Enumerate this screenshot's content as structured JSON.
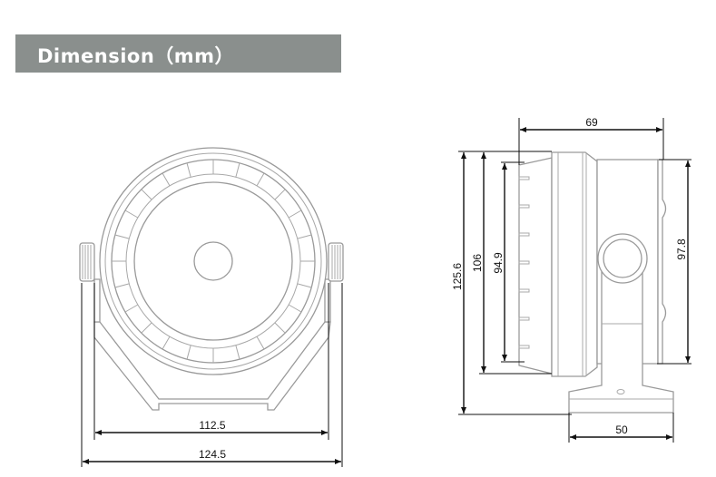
{
  "header": {
    "title": "Dimension（mm）"
  },
  "front_view": {
    "width_inner": "112.5",
    "width_outer": "124.5"
  },
  "side_view": {
    "depth": "69",
    "height_total": "125.6",
    "height_body": "106",
    "height_lens": "94.9",
    "height_rear": "97.8",
    "base_width": "50"
  }
}
